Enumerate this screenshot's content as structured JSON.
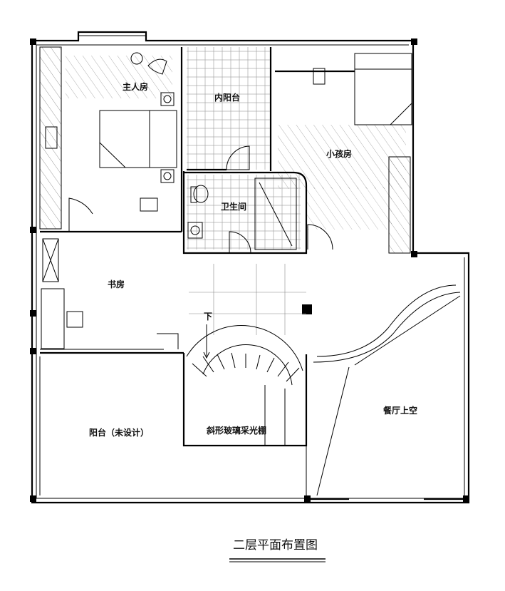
{
  "rooms": {
    "master": "主人房",
    "inner_balcony": "内阳台",
    "child": "小孩房",
    "bath": "卫生间",
    "study": "书房",
    "down": "下",
    "skylight": "斜形玻璃采光棚",
    "dining_void": "餐厅上空",
    "balcony": "阳台（未设计）"
  },
  "caption": "二层平面布置图"
}
